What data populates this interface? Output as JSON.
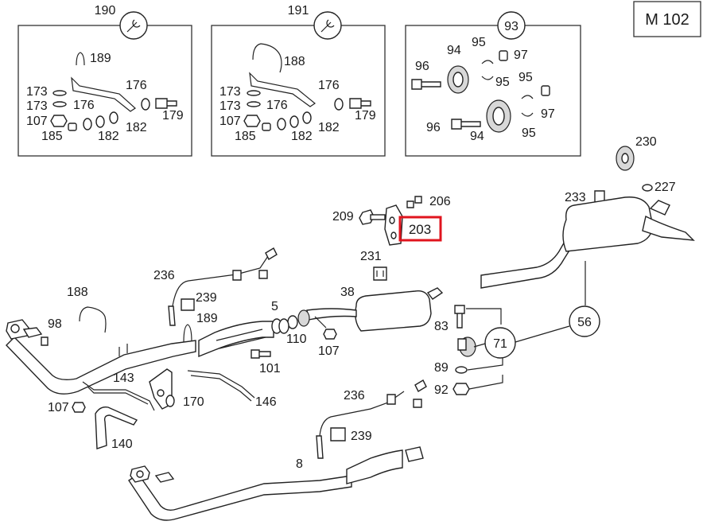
{
  "diagram": {
    "model_code": "M 102",
    "highlighted_part": "203",
    "kit_boxes": [
      {
        "id": "190",
        "labels": [
          "189",
          "173",
          "173",
          "176",
          "176",
          "107",
          "185",
          "182",
          "182",
          "179"
        ]
      },
      {
        "id": "191",
        "labels": [
          "188",
          "173",
          "173",
          "176",
          "176",
          "107",
          "185",
          "182",
          "182",
          "179"
        ]
      },
      {
        "id": "93",
        "labels": [
          "94",
          "95",
          "97",
          "96",
          "95",
          "95",
          "97",
          "96",
          "94",
          "95"
        ]
      }
    ],
    "part_labels": {
      "p230": "230",
      "p227": "227",
      "p233": "233",
      "p206": "206",
      "p209": "209",
      "p203": "203",
      "p231": "231",
      "p38": "38",
      "p236a": "236",
      "p239a": "239",
      "p5": "5",
      "p189": "189",
      "p188": "188",
      "p98": "98",
      "p110": "110",
      "p107a": "107",
      "p101": "101",
      "p83": "83",
      "p71": "71",
      "p56": "56",
      "p89": "89",
      "p92": "92",
      "p143": "143",
      "p170": "170",
      "p146": "146",
      "p107b": "107",
      "p140": "140",
      "p236b": "236",
      "p239b": "239",
      "p8": "8"
    }
  }
}
